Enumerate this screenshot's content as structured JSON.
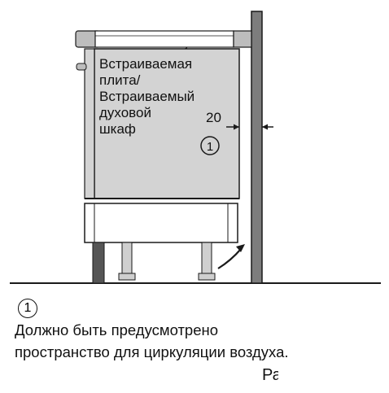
{
  "appliance_label": [
    "Встраиваемая",
    "плита/",
    "Встраиваемый",
    "духовой",
    "шкаф"
  ],
  "gap_value": "20",
  "marker": "1",
  "note_lines": [
    "Должно быть предусмотрено",
    "пространство для циркуляции воздуха."
  ],
  "corner_fragment": "Ра",
  "colors": {
    "appliance_fill": "#d3d3d3",
    "outline": "#1a1a1a",
    "wall_fill": "#7d7d7d",
    "leg_fill": "#cfcfcf"
  }
}
